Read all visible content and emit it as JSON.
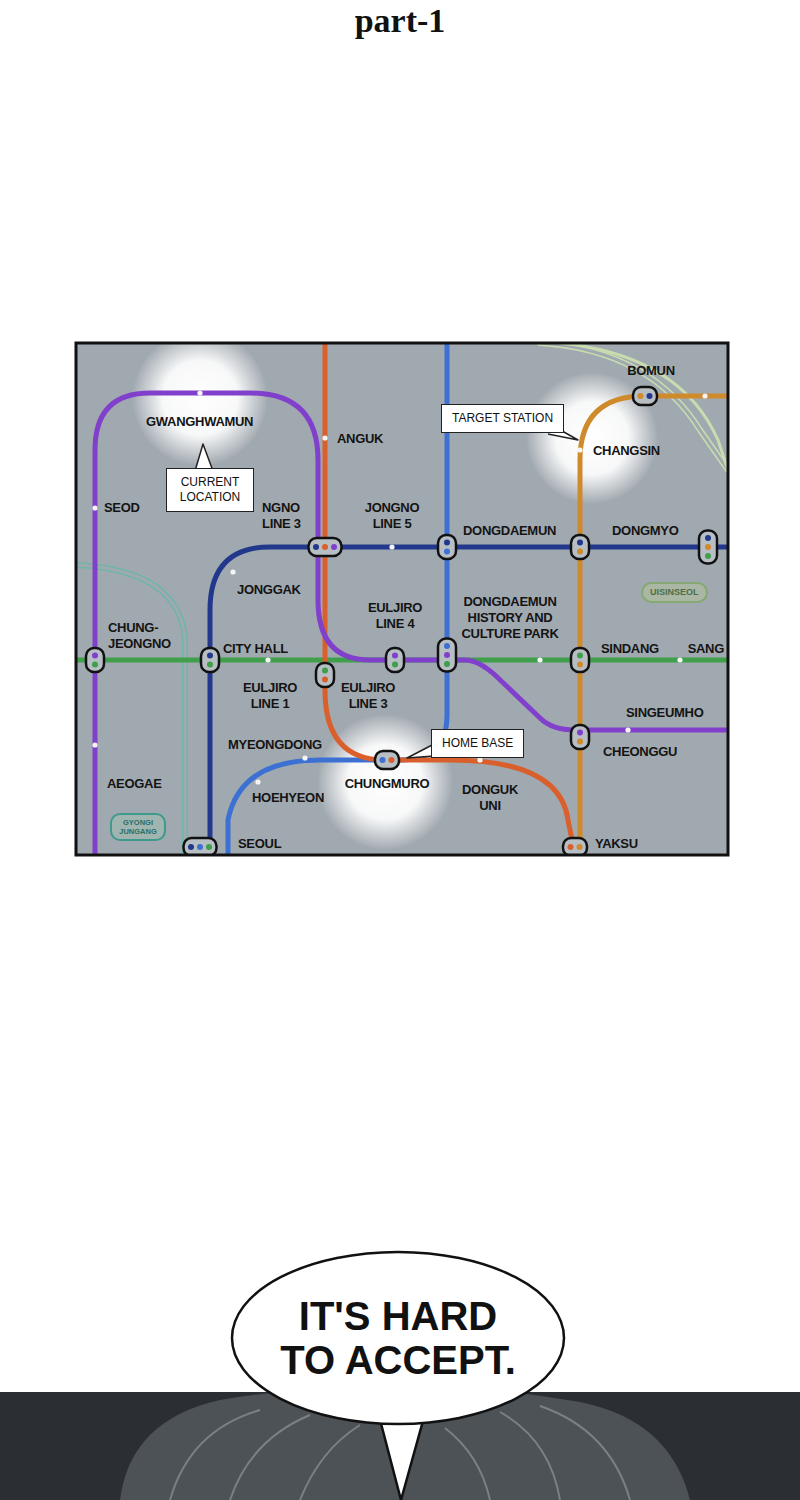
{
  "diagram": {
    "title": "part-1",
    "nodes": [
      {
        "text": [
          "TARGET STATION"
        ]
      },
      {
        "text": [
          "CURRENT LOCATION"
        ]
      },
      {
        "text": [
          "UISINSEOL"
        ]
      },
      {
        "text": [
          "HOME BASE"
        ]
      },
      {
        "text": [
          "GYONGI JUNGANG"
        ]
      },
      {
        "text": [
          "IT'S HARD TO ACCEPT."
        ]
      }
    ],
    "labels": [
      "BOMUN",
      "GWANGHWAMUN",
      "ANGUK",
      "CHANGSIN",
      "SEOD",
      "NGNO LINE 3",
      "JONGNO LINE 5",
      "DONGDAEMUN",
      "DONGMYO",
      "JONGGAK",
      "EULJIRO LINE 4",
      "DONGDAEMUN HISTORY AND CULTURE PARK",
      "CHUNG- JEONGNO",
      "CITY HALL",
      "SINDANG",
      "SANG",
      "EULJIRO LINE 1",
      "EULJIRO LINE 3",
      "SINGEUMHO",
      "MYEONGDONG",
      "CHEONGGU",
      "AEOGAE",
      "CHUNGMURO",
      "DONGUK UNI",
      "HOEHYEON",
      "SEOUL",
      "YAKSU"
    ]
  }
}
